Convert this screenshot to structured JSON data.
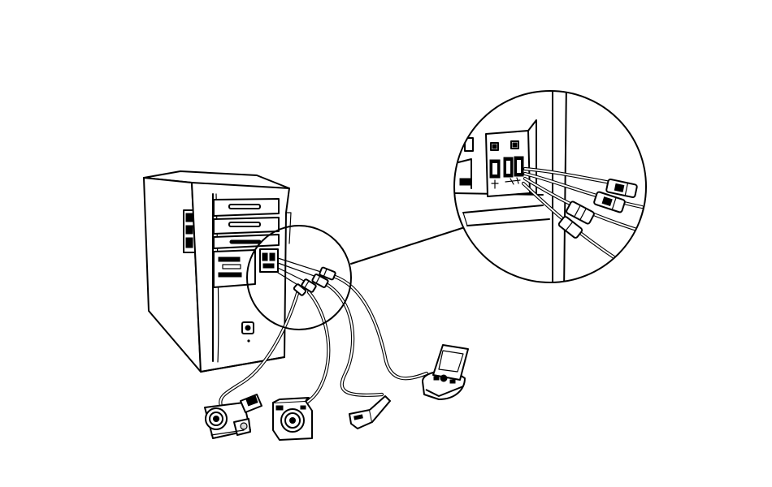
{
  "figure": {
    "description_visible_text": "",
    "colors": {
      "line": "#000000",
      "background": "#ffffff",
      "fill_gray": "#d9d9d9"
    },
    "components": {
      "computer": "tower-computer",
      "magnifier": "front-usb-ports-magnified",
      "devices": [
        "camcorder",
        "digital-camera",
        "card-reader",
        "pda-cradle"
      ]
    }
  }
}
